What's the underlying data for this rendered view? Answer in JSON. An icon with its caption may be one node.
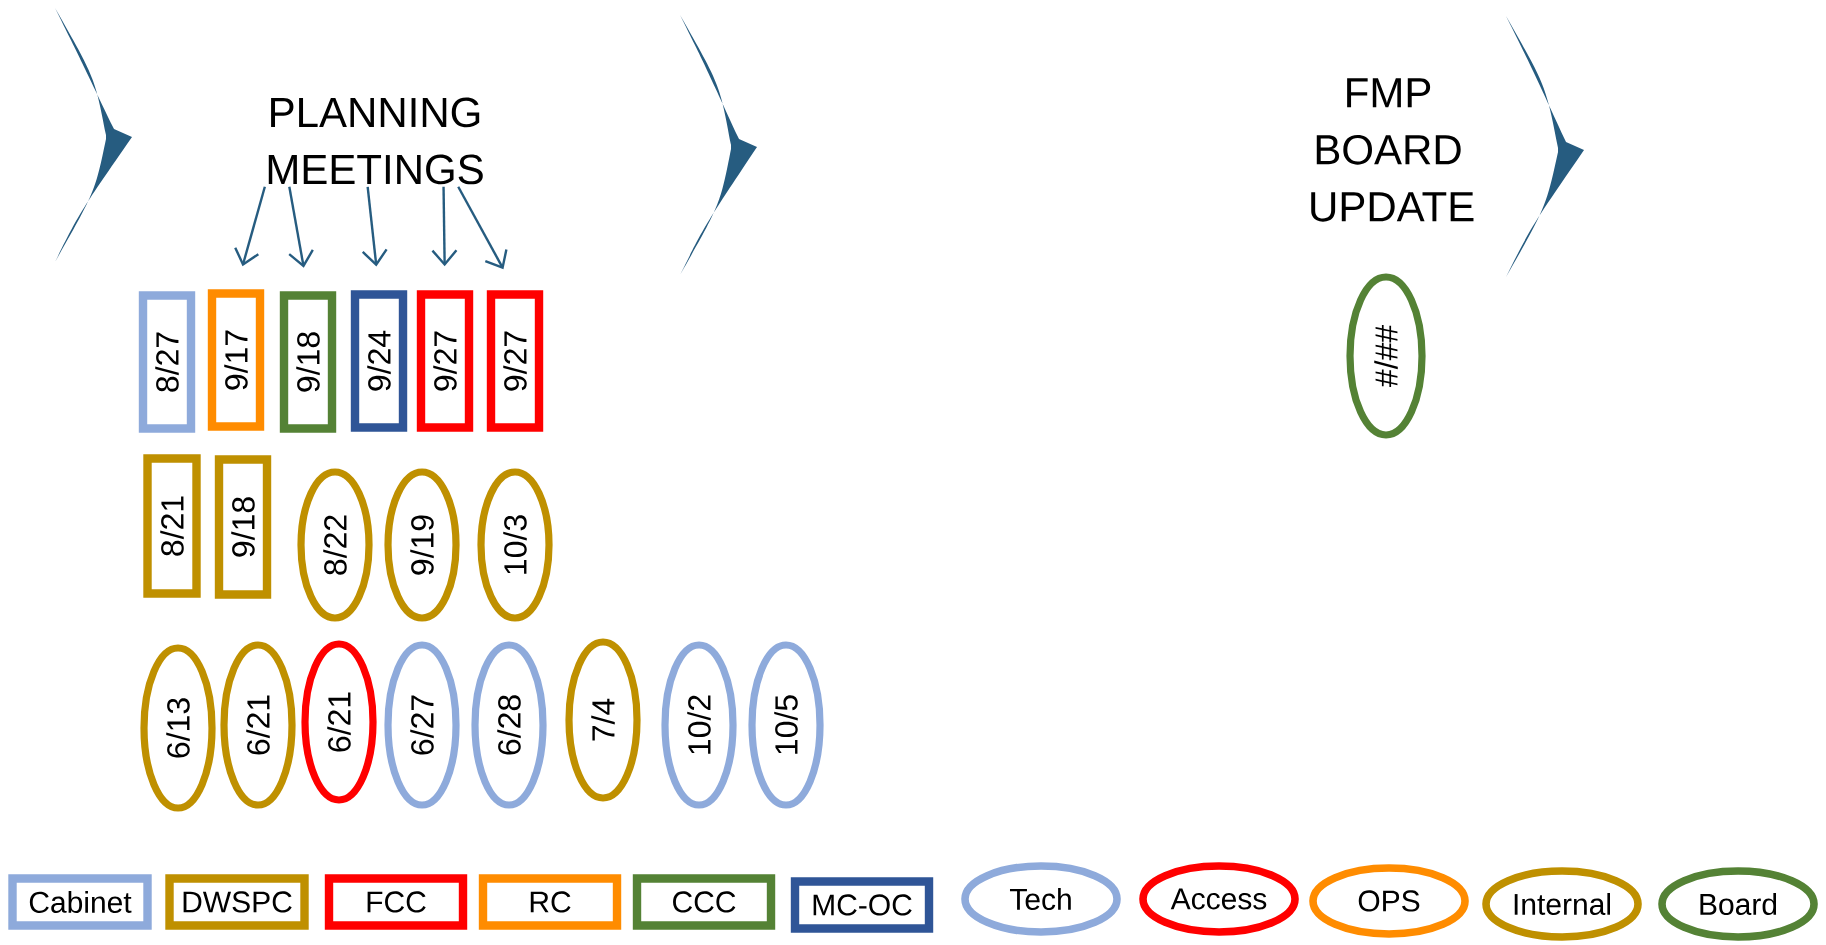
{
  "diagram": {
    "nodes": [
      {
        "text": [
          "PLANNING MEETINGS"
        ]
      },
      {
        "text": [
          "8/27"
        ]
      },
      {
        "text": [
          "9/17"
        ]
      },
      {
        "text": [
          "9/18"
        ]
      },
      {
        "text": [
          "9/24"
        ]
      },
      {
        "text": [
          "9/27"
        ]
      },
      {
        "text": [
          "9/27"
        ]
      },
      {
        "text": [
          "#/##"
        ]
      },
      {
        "text": [
          "8/21"
        ]
      },
      {
        "text": [
          "9/18"
        ]
      },
      {
        "text": [
          "8/22"
        ]
      },
      {
        "text": [
          "9/19"
        ]
      },
      {
        "text": [
          "10/3"
        ]
      },
      {
        "text": [
          "6/13"
        ]
      },
      {
        "text": [
          "6/21"
        ]
      },
      {
        "text": [
          "6/21"
        ]
      },
      {
        "text": [
          "6/27"
        ]
      },
      {
        "text": [
          "6/28"
        ]
      },
      {
        "text": [
          "7/4"
        ]
      },
      {
        "text": [
          "10/2"
        ]
      },
      {
        "text": [
          "10/5"
        ]
      }
    ],
    "edges": [
      {
        "from": 0,
        "to": 2,
        "arrow": "to"
      },
      {
        "from": 0,
        "to": 3,
        "arrow": "to"
      },
      {
        "from": 0,
        "to": 4,
        "arrow": "to"
      },
      {
        "from": 0,
        "to": 5,
        "arrow": "to"
      },
      {
        "from": 0,
        "to": 6,
        "arrow": "to"
      }
    ],
    "labels": [
      "FMP BOARD UPDATE"
    ],
    "legend": [
      {
        "text": "Cabinet",
        "color": "#8eaadb"
      },
      {
        "text": "DWSPC",
        "color": "#bf9000"
      },
      {
        "text": "FCC",
        "color": "#ff0000"
      },
      {
        "text": "RC",
        "color": "#ff8c00"
      },
      {
        "text": "CCC",
        "color": "#548235"
      },
      {
        "text": "MC-OC",
        "color": "#2f5597"
      },
      {
        "text": "Tech",
        "color": "#8eaadb"
      },
      {
        "text": "Access",
        "color": "#ff0000"
      },
      {
        "text": "OPS",
        "color": "#ff8c00"
      },
      {
        "text": "Internal",
        "color": "#bf9000"
      },
      {
        "text": "Board",
        "color": "#548235"
      }
    ]
  }
}
